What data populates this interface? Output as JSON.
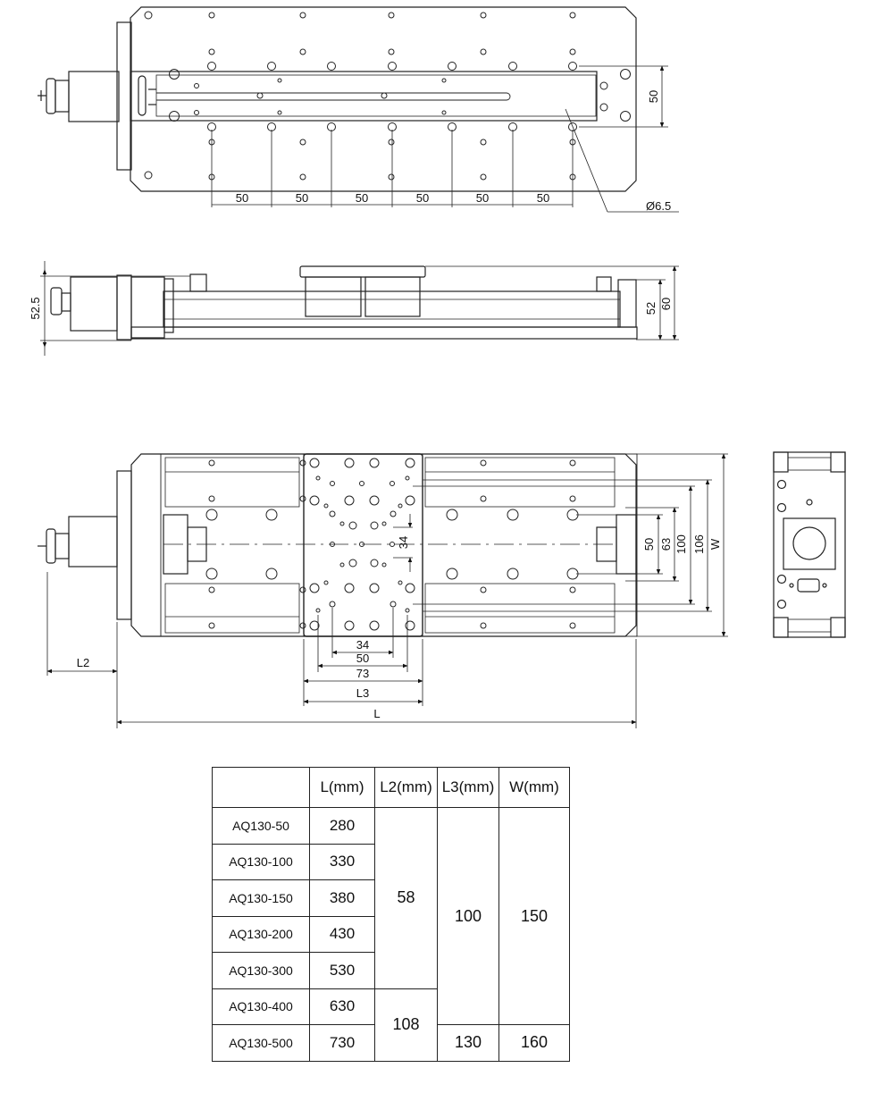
{
  "top_view": {
    "pitch_labels": [
      "50",
      "50",
      "50",
      "50",
      "50",
      "50"
    ],
    "height_label": "50",
    "hole_label": "Ø6.5"
  },
  "side_view": {
    "dim_left": "52.5",
    "dim_right_inner": "52",
    "dim_right_outer": "60"
  },
  "bottom_view": {
    "dim_34_v": "34",
    "dim_50": "50",
    "dim_63": "63",
    "dim_100": "100",
    "dim_106": "106",
    "dim_w": "W",
    "dim_34_h": "34",
    "dim_50_h": "50",
    "dim_73_h": "73",
    "dim_l3": "L3",
    "dim_l2": "L2",
    "dim_l": "L"
  },
  "table": {
    "headers": [
      "",
      "L(mm)",
      "L2(mm)",
      "L3(mm)",
      "W(mm)"
    ],
    "rows": [
      {
        "model": "AQ130-50",
        "l": "280"
      },
      {
        "model": "AQ130-100",
        "l": "330"
      },
      {
        "model": "AQ130-150",
        "l": "380"
      },
      {
        "model": "AQ130-200",
        "l": "430"
      },
      {
        "model": "AQ130-300",
        "l": "530"
      },
      {
        "model": "AQ130-400",
        "l": "630"
      },
      {
        "model": "AQ130-500",
        "l": "730"
      }
    ],
    "l2_group_a": "58",
    "l2_group_b": "108",
    "l3_group_a": "100",
    "l3_group_b": "130",
    "w_group_a": "150",
    "w_group_b": "160"
  }
}
